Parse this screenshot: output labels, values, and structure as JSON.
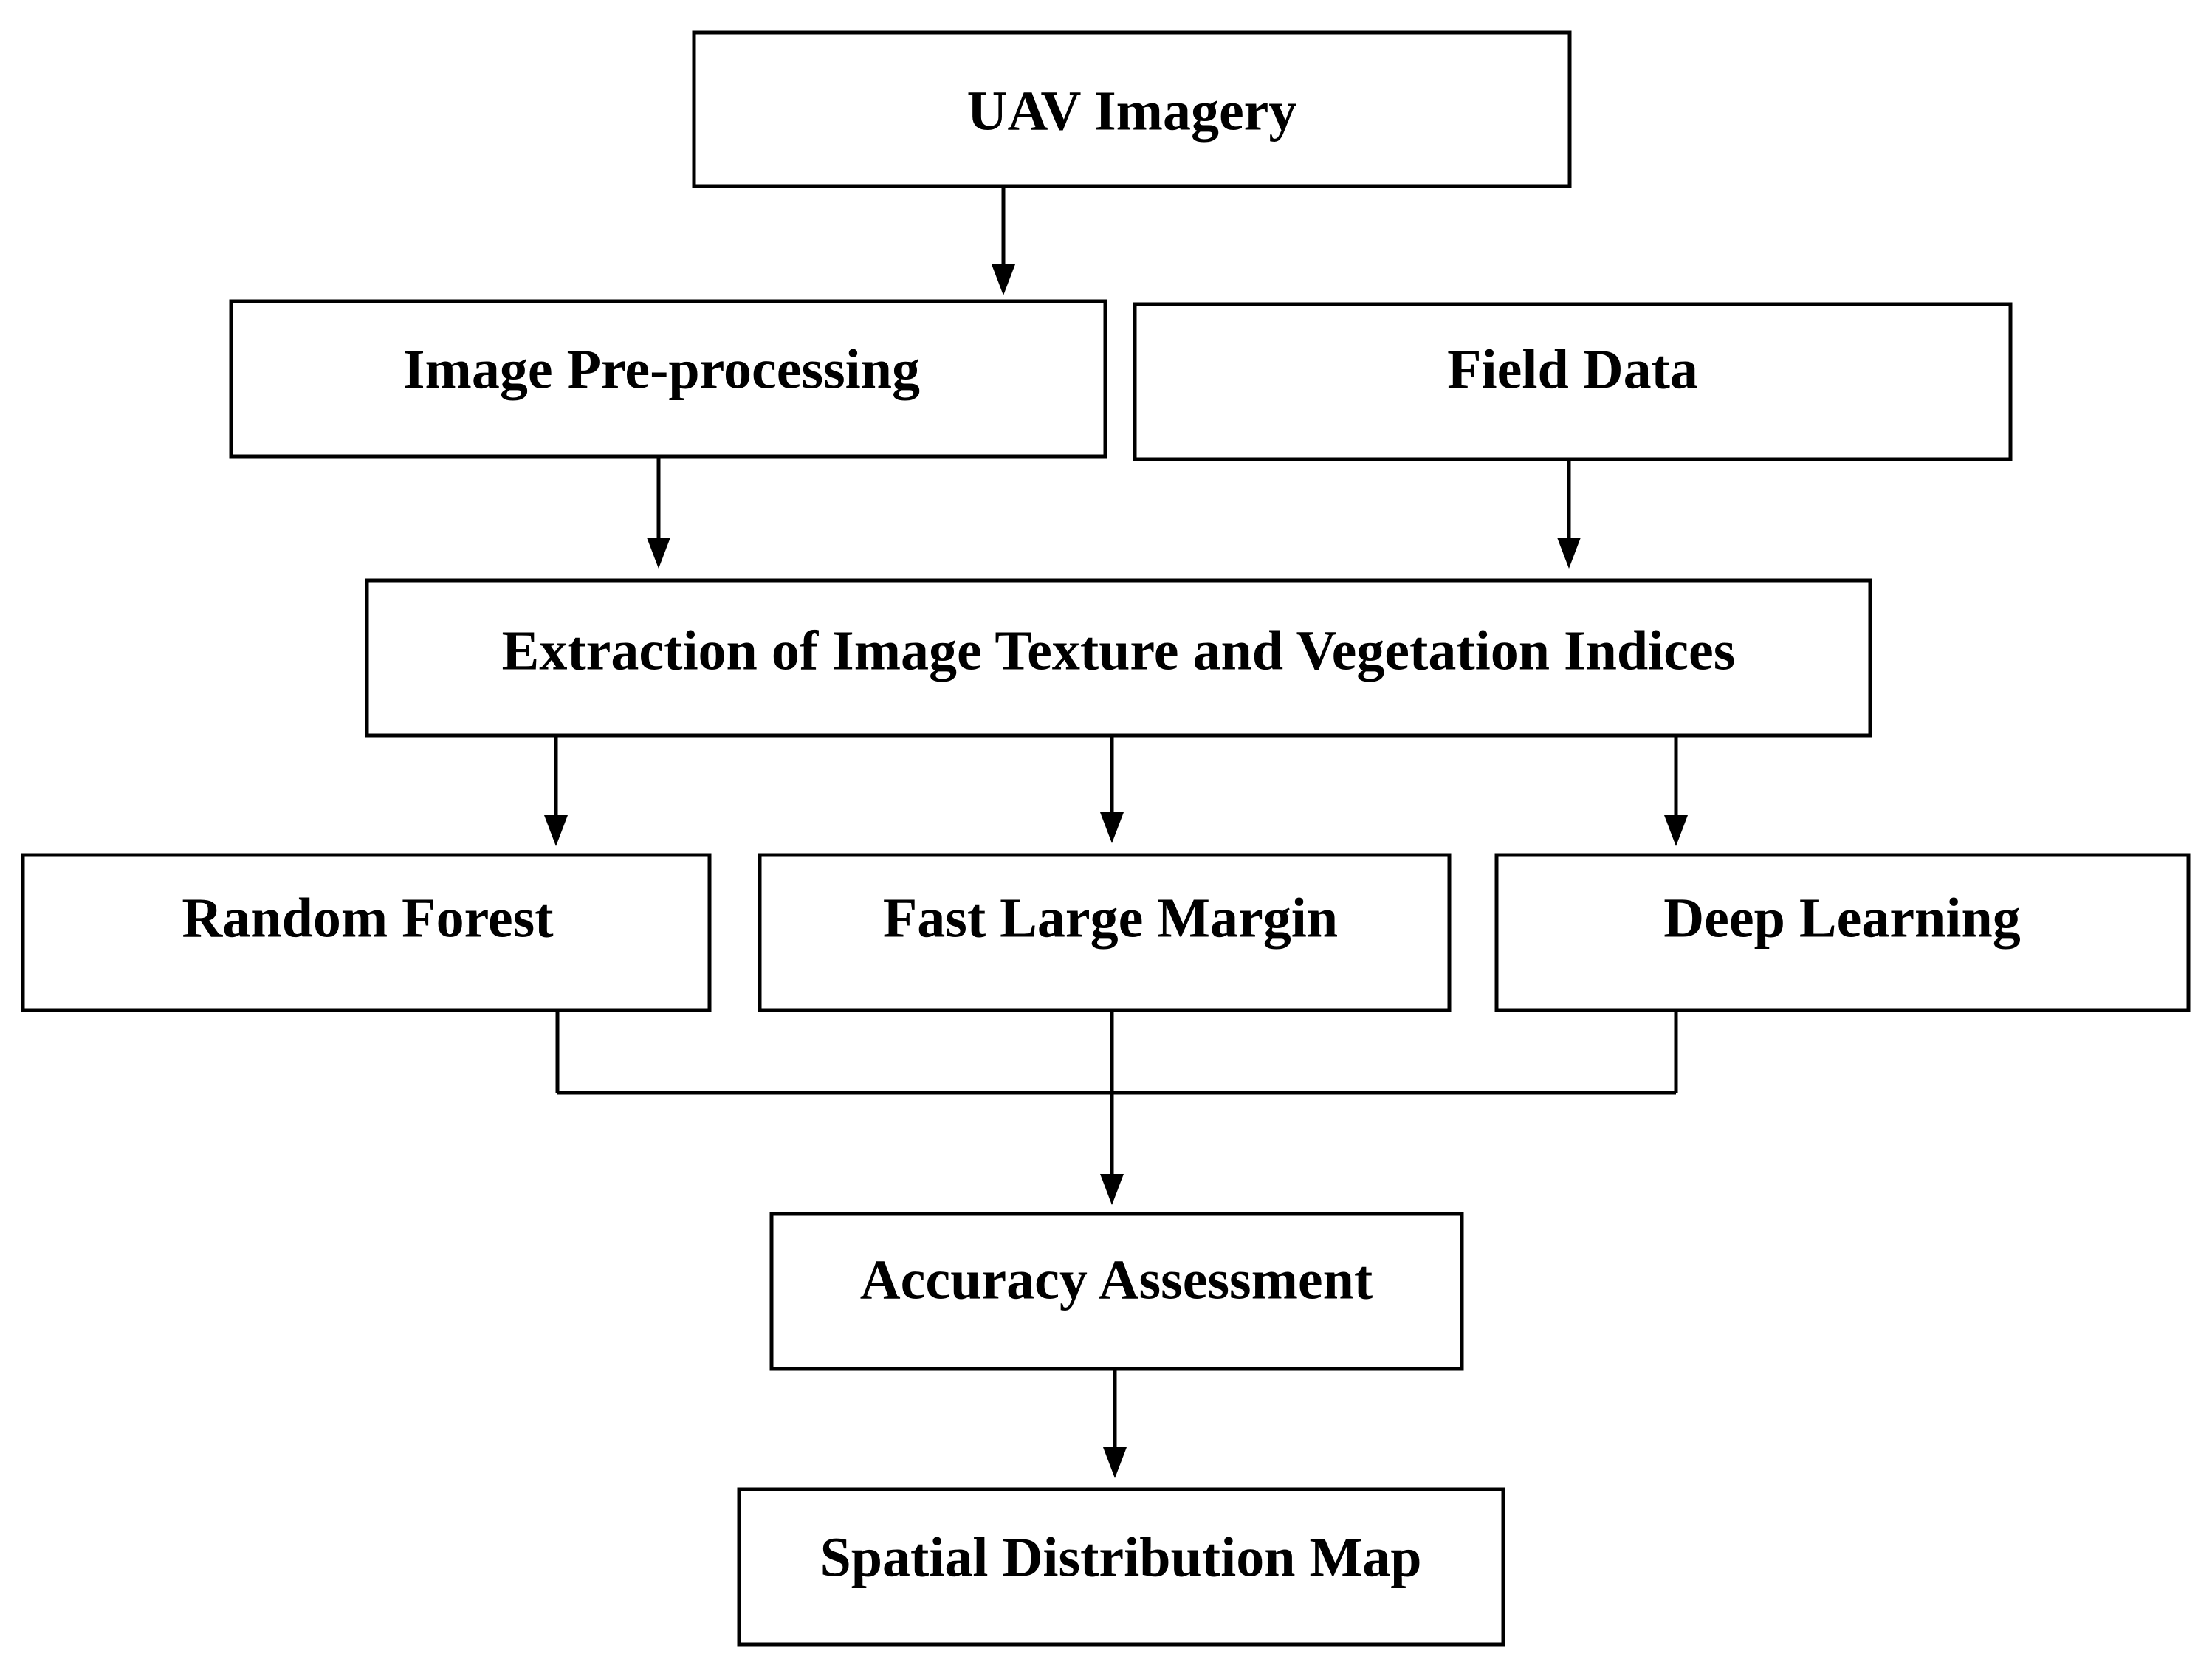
{
  "nodes": {
    "uav_imagery": "UAV Imagery",
    "image_preprocessing": "Image Pre-processing",
    "field_data": "Field Data",
    "extraction": "Extraction of Image Texture and Vegetation Indices",
    "random_forest": "Random Forest",
    "fast_large_margin": "Fast Large Margin",
    "deep_learning": "Deep Learning",
    "accuracy_assessment": "Accuracy Assessment",
    "spatial_distribution_map": "Spatial Distribution Map"
  },
  "colors": {
    "stroke": "#000000",
    "background": "#ffffff"
  }
}
